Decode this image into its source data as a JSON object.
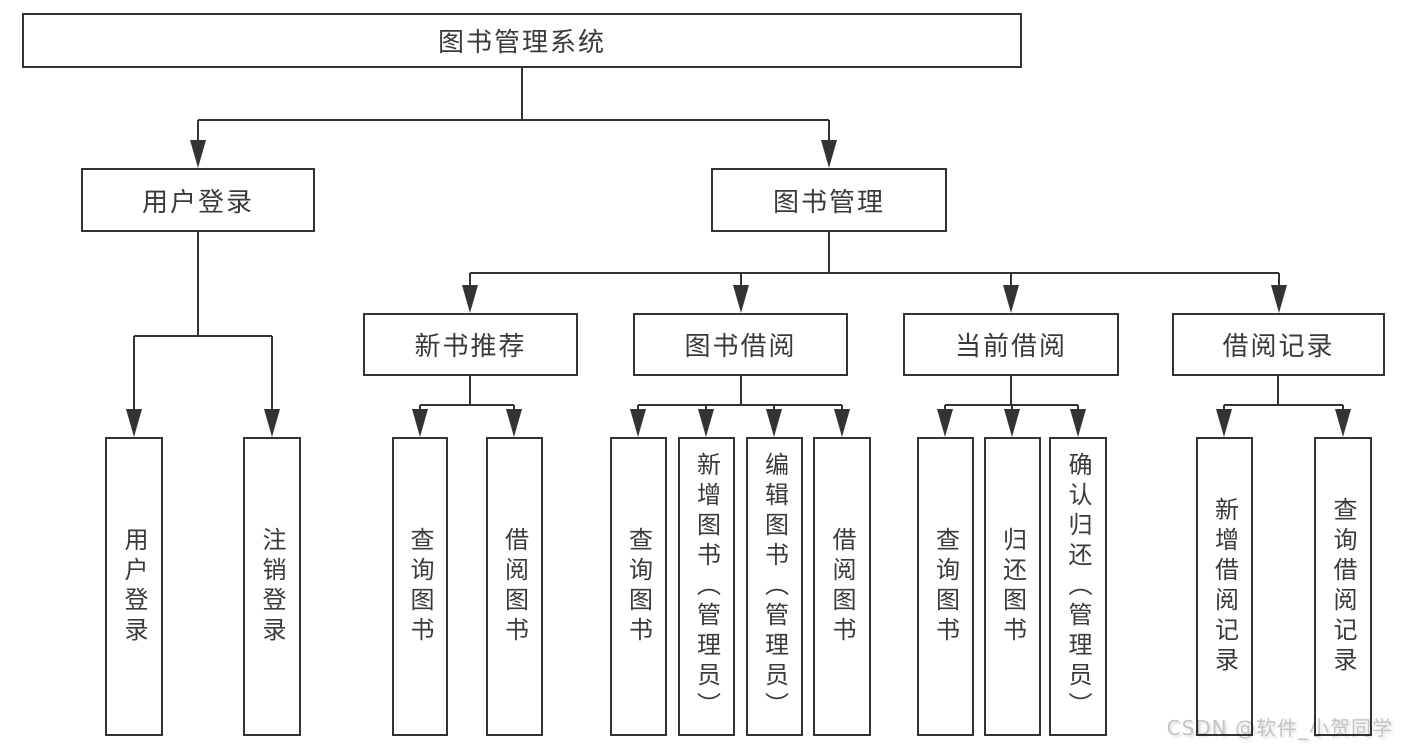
{
  "diagram": {
    "root": "图书管理系统",
    "level2": {
      "user_login": "用户登录",
      "book_mgmt": "图书管理"
    },
    "level3": {
      "new_book": "新书推荐",
      "book_borrow": "图书借阅",
      "current_borrow": "当前借阅",
      "borrow_record": "借阅记录"
    },
    "leaves": {
      "user_login": [
        "用户登录",
        "注销登录"
      ],
      "new_book": [
        "查询图书",
        "借阅图书"
      ],
      "book_borrow": [
        "查询图书",
        "新增图书（管理员）",
        "编辑图书（管理员）",
        "借阅图书"
      ],
      "current_borrow": [
        "查询图书",
        "归还图书",
        "确认归还（管理员）"
      ],
      "borrow_record": [
        "新增借阅记录",
        "查询借阅记录"
      ]
    },
    "watermark": "CSDN @软件_小贺同学"
  },
  "colors": {
    "line": "#333333",
    "text": "#3a3a3a",
    "watermark": "#c4c4c4",
    "background": "#ffffff"
  }
}
